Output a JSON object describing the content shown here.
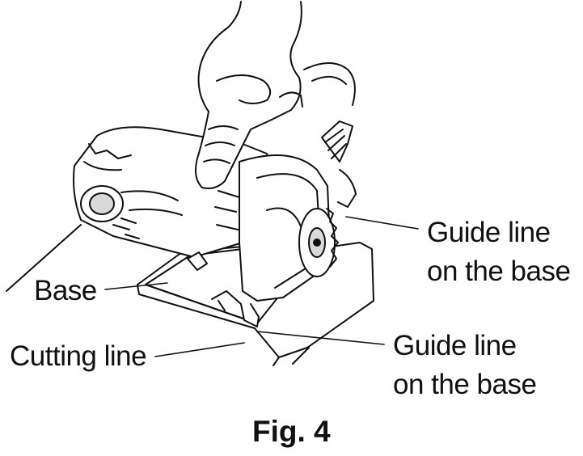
{
  "labels": {
    "base": "Base",
    "cutting_line": "Cutting line",
    "guide_upper_line1": "Guide line",
    "guide_upper_line2": "on the base",
    "guide_lower_line1": "Guide line",
    "guide_lower_line2": "on the base"
  },
  "caption": "Fig. 4",
  "colors": {
    "ink": "#111111",
    "paper": "#ffffff",
    "shade": "#d9d9d9"
  }
}
